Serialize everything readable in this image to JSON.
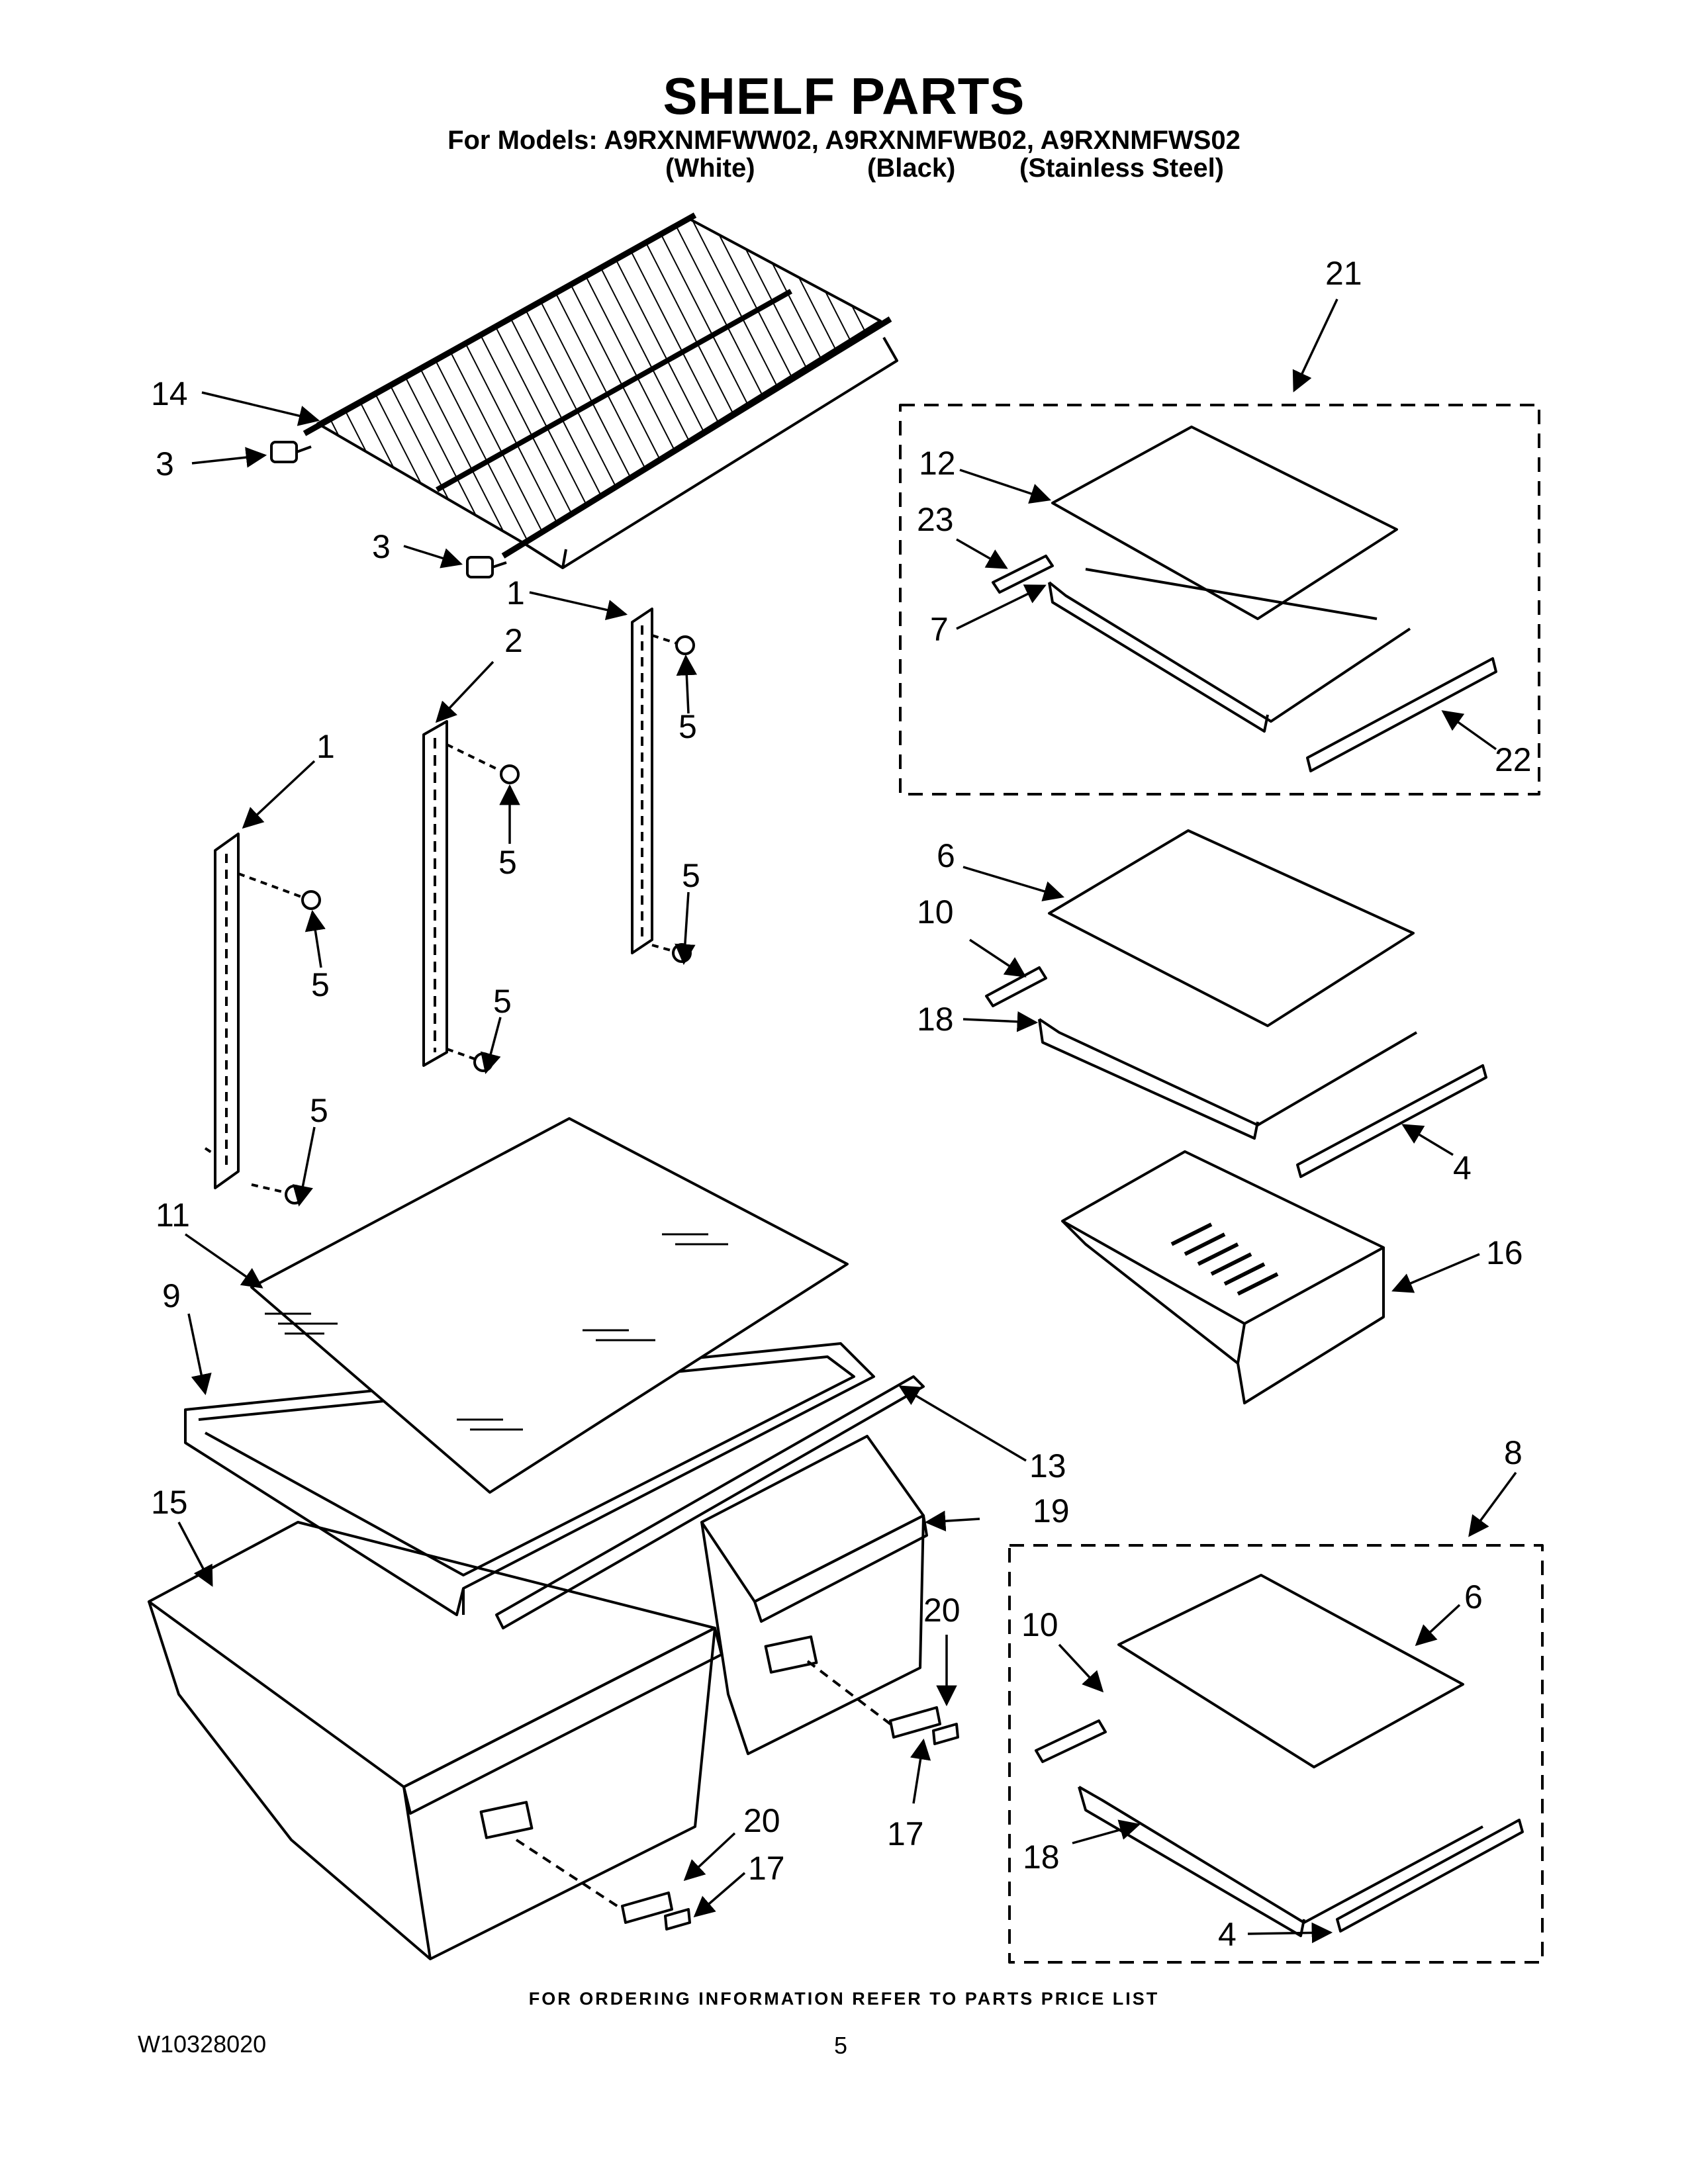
{
  "header": {
    "title": "SHELF PARTS",
    "models_line": "For Models: A9RXNMFWW02, A9RXNMFWB02, A9RXNMFWS02",
    "variants": [
      "(White)",
      "(Black)",
      "(Stainless Steel)"
    ]
  },
  "callouts": [
    "14",
    "3",
    "3",
    "1",
    "2",
    "1",
    "5",
    "5",
    "5",
    "5",
    "5",
    "5",
    "11",
    "9",
    "15",
    "13",
    "19",
    "20",
    "20",
    "17",
    "17",
    "21",
    "12",
    "23",
    "7",
    "22",
    "6",
    "10",
    "18",
    "4",
    "16",
    "8",
    "10",
    "6",
    "18",
    "4"
  ],
  "footer": {
    "ordering_note": "FOR ORDERING INFORMATION REFER TO PARTS PRICE LIST",
    "doc_number": "W10328020",
    "page_number": "5"
  }
}
